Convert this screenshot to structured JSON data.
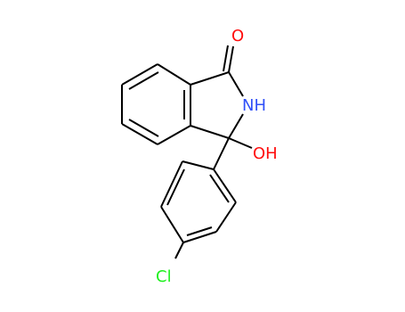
{
  "molecule": {
    "atoms": {
      "carbonyl_oxygen": "O",
      "amide_nitrogen": "NH",
      "hydroxyl": "OH",
      "chlorine": "Cl"
    }
  },
  "colors": {
    "background": "#ffffff",
    "bond": "#000000",
    "oxygen": "#ff0d0d",
    "nitrogen": "#3050f8",
    "chlorine": "#1ff01f"
  }
}
